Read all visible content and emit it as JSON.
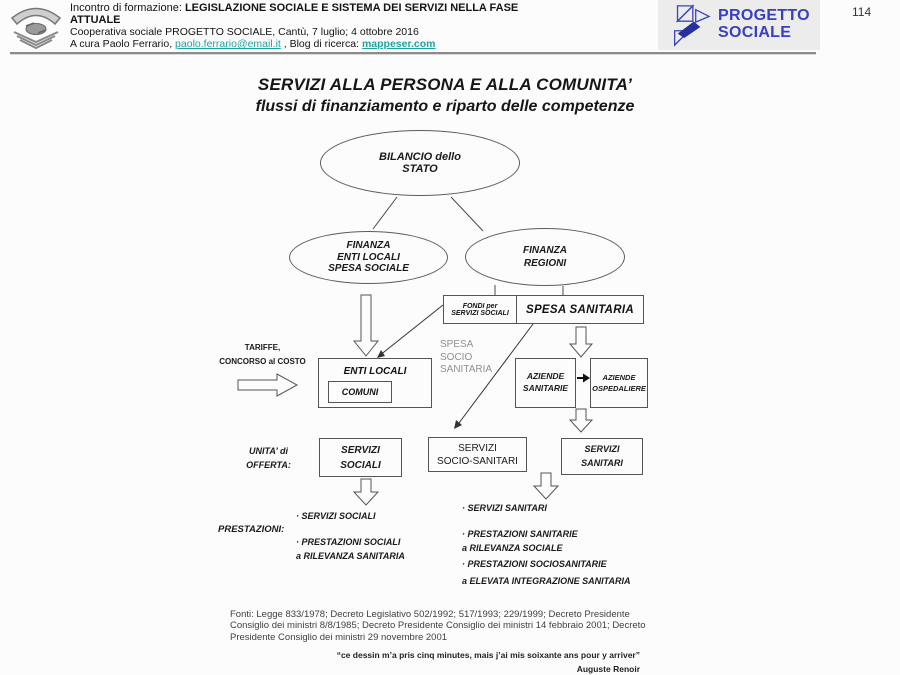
{
  "header": {
    "line1_prefix": "Incontro di formazione: ",
    "line1_bold": "LEGISLAZIONE SOCIALE E SISTEMA DEI SERVIZI NELLA FASE",
    "line2_bold": "ATTUALE",
    "line3": "Cooperativa sociale PROGETTO SOCIALE, Cantù, 7 luglio; 4 ottobre 2016",
    "line4_prefix": "A cura Paolo Ferrario, ",
    "email_link": "paolo.ferrario@email.it",
    "line4_mid": " , Blog di ricerca: ",
    "blog_link": "mappeser.com",
    "page_number": "114",
    "brand": {
      "line1": "PROGETTO",
      "line2": "SOCIALE"
    }
  },
  "title": {
    "main": "SERVIZI ALLA PERSONA E ALLA COMUNITA’",
    "subtitle": "flussi di finanziamento e riparto delle competenze"
  },
  "diagram": {
    "bilancio": "BILANCIO dello\nSTATO",
    "finanza_enti": "FINANZA\nENTI LOCALI\nSPESA SOCIALE",
    "finanza_regioni": "FINANZA\nREGIONI",
    "fondi": "FONDI per\nSERVIZI SOCIALI",
    "spesa_sanitaria": "SPESA SANITARIA",
    "tariffe": "TARIFFE,\nCONCORSO al COSTO",
    "enti_locali": "ENTI LOCALI",
    "comuni": "COMUNI",
    "spesa_socio": "SPESA\nSOCIO\nSANITARIA",
    "aziende_sanitarie": "AZIENDE\nSANITARIE",
    "aziende_ospedaliere": "AZIENDE\nOSPEDALIERE",
    "unita_offerta": "UNITA’ di\nOFFERTA:",
    "servizi_sociali": "SERVIZI\nSOCIALI",
    "servizi_socio_sanitari": "SERVIZI\nSOCIO-SANITARI",
    "servizi_sanitari": "SERVIZI\nSANITARI",
    "prestazioni_label": "PRESTAZIONI:"
  },
  "prestazioni": {
    "left": [
      "· SERVIZI SOCIALI",
      "· PRESTAZIONI  SOCIALI",
      "a RILEVANZA  SANITARIA"
    ],
    "right": [
      "· SERVIZI SANITARI",
      "· PRESTAZIONI  SANITARIE",
      "a RILEVANZA  SOCIALE",
      "·  PRESTAZIONI  SOCIOSANITARIE",
      "a ELEVATA INTEGRAZIONE SANITARIA"
    ]
  },
  "footer": {
    "fonti": "Fonti: Legge 833/1978; Decreto Legislativo 502/1992; 517/1993; 229/1999; Decreto Presidente Consiglio dei ministri 8/8/1985; Decreto Presidente Consiglio dei ministri 14 febbraio 2001; Decreto Presidente Consiglio dei ministri 29 novembre 2001",
    "quote": "“ce dessin m’a pris cinq minutes, mais j’ai mis soixante ans pour y arriver”",
    "quote_author": "Auguste Renoir"
  },
  "colors": {
    "link_teal": "#1fa39d",
    "brand_blue": "#3640c0",
    "muted_gray": "#8f8f8f",
    "line_gray": "#4a4a4a"
  },
  "icons": {
    "handshake_book_logo": "grayscale handshake over open book emblem",
    "progetto_pinwheel_logo": "blue outlined triangles pinwheel with solid parallelogram"
  }
}
